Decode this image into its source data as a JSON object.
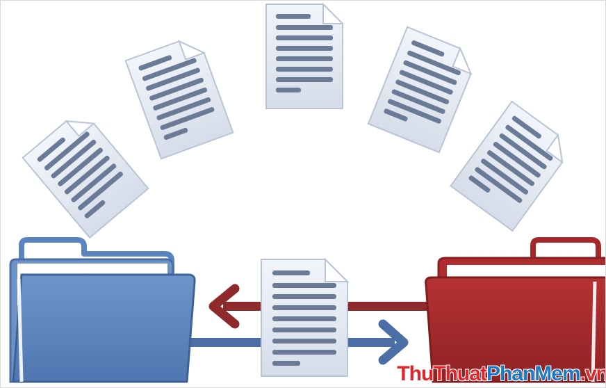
{
  "watermark": {
    "part1": "ThuThuat",
    "part2": "PhanMem",
    "part3": ".vn"
  },
  "colors": {
    "blue_folder": "#5a84bf",
    "red_folder": "#a5282a",
    "arrow_blue": "#4a6ea5",
    "arrow_red": "#8e2a2c",
    "document": "#e2e8f2",
    "text_line": "#6a7b97"
  },
  "icons": {
    "documents": "document-icon",
    "left_folder": "blue-folder-icon",
    "right_folder": "red-folder-icon",
    "arrow_left": "arrow-left-icon",
    "arrow_right": "arrow-right-icon"
  }
}
